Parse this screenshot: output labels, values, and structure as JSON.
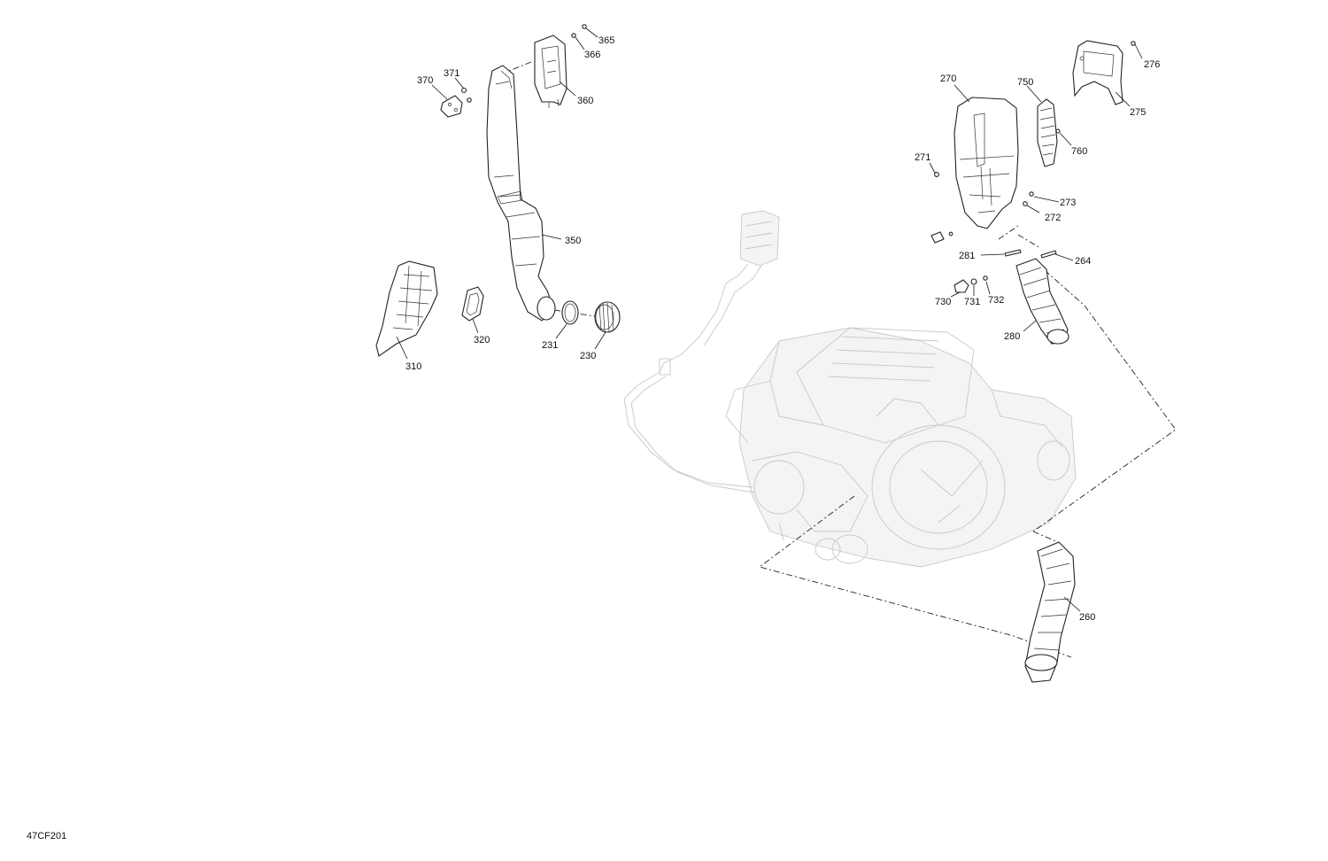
{
  "diagram": {
    "code": "47CF201",
    "callouts": [
      "365",
      "366",
      "360",
      "370",
      "371",
      "350",
      "310",
      "320",
      "231",
      "230",
      "270",
      "750",
      "276",
      "275",
      "760",
      "271",
      "273",
      "272",
      "281",
      "264",
      "730",
      "731",
      "732",
      "280",
      "260"
    ]
  }
}
